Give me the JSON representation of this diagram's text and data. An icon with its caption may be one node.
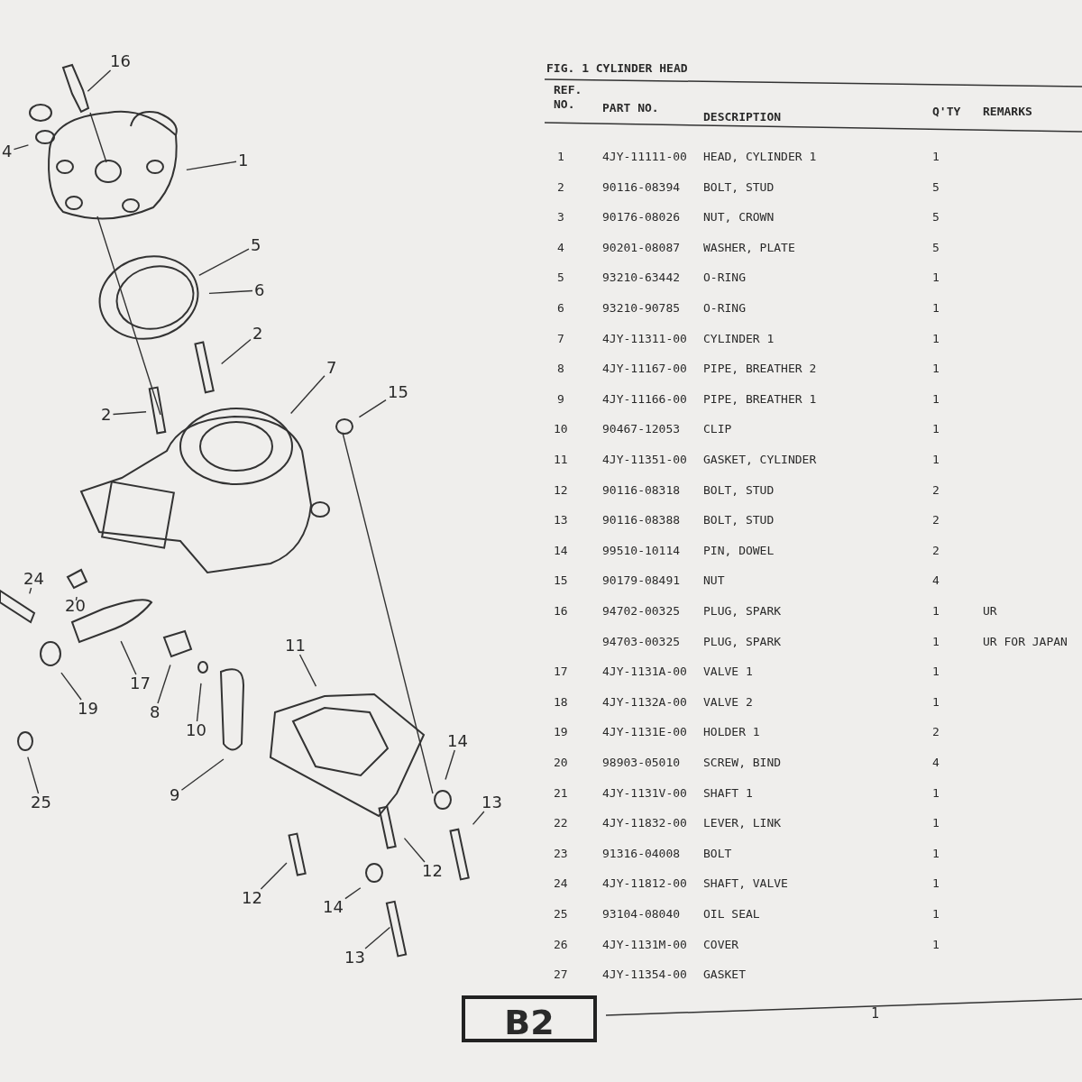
{
  "diagram": {
    "title": "FIG. 1 CYLINDER HEAD",
    "nodes": [
      {
        "text": [
          "16"
        ]
      },
      {
        "text": [
          "4"
        ]
      },
      {
        "text": [
          "1"
        ]
      },
      {
        "text": [
          "5"
        ]
      },
      {
        "text": [
          "6"
        ]
      },
      {
        "text": [
          "2"
        ]
      },
      {
        "text": [
          "7"
        ]
      },
      {
        "text": [
          "15"
        ]
      },
      {
        "text": [
          "2"
        ]
      },
      {
        "text": [
          "24"
        ]
      },
      {
        "text": [
          "20"
        ]
      },
      {
        "text": [
          "11"
        ]
      },
      {
        "text": [
          "17"
        ]
      },
      {
        "text": [
          "19"
        ]
      },
      {
        "text": [
          "8"
        ]
      },
      {
        "text": [
          "10"
        ]
      },
      {
        "text": [
          "14"
        ]
      },
      {
        "text": [
          "13"
        ]
      },
      {
        "text": [
          "9"
        ]
      },
      {
        "text": [
          "25"
        ]
      },
      {
        "text": [
          "12"
        ]
      },
      {
        "text": [
          "12"
        ]
      },
      {
        "text": [
          "14"
        ]
      },
      {
        "text": [
          "13"
        ]
      }
    ],
    "edges": [
      {
        "from": 0,
        "to": null,
        "arrow": "none"
      },
      {
        "from": 1,
        "to": null,
        "arrow": "none"
      },
      {
        "from": 2,
        "to": null,
        "arrow": "none"
      },
      {
        "from": 3,
        "to": null,
        "arrow": "none"
      },
      {
        "from": 4,
        "to": null,
        "arrow": "none"
      },
      {
        "from": 5,
        "to": null,
        "arrow": "none"
      },
      {
        "from": 6,
        "to": null,
        "arrow": "none"
      },
      {
        "from": 7,
        "to": null,
        "arrow": "none"
      },
      {
        "from": 8,
        "to": null,
        "arrow": "none"
      },
      {
        "from": 9,
        "to": null,
        "arrow": "none"
      },
      {
        "from": 10,
        "to": null,
        "arrow": "none"
      },
      {
        "from": 11,
        "to": null,
        "arrow": "none"
      },
      {
        "from": 12,
        "to": null,
        "arrow": "none"
      },
      {
        "from": 13,
        "to": null,
        "arrow": "none"
      },
      {
        "from": 14,
        "to": null,
        "arrow": "none"
      },
      {
        "from": 15,
        "to": null,
        "arrow": "none"
      },
      {
        "from": 16,
        "to": null,
        "arrow": "none"
      },
      {
        "from": 17,
        "to": null,
        "arrow": "none"
      },
      {
        "from": 18,
        "to": null,
        "arrow": "none"
      },
      {
        "from": 19,
        "to": null,
        "arrow": "none"
      },
      {
        "from": 20,
        "to": null,
        "arrow": "none"
      },
      {
        "from": 21,
        "to": null,
        "arrow": "none"
      },
      {
        "from": 22,
        "to": null,
        "arrow": "none"
      },
      {
        "from": 23,
        "to": null,
        "arrow": "none"
      }
    ],
    "labels": [
      "REF. NO.",
      "PART NO.",
      "DESCRIPTION",
      "Q'TY",
      "REMARKS",
      "1",
      "4JY-11111-00",
      "HEAD, CYLINDER 1",
      "1",
      "2",
      "90116-08394",
      "BOLT, STUD",
      "5",
      "3",
      "90176-08026",
      "NUT, CROWN",
      "5",
      "4",
      "90201-08087",
      "WASHER, PLATE",
      "5",
      "5",
      "93210-63442",
      "O-RING",
      "1",
      "6",
      "93210-90785",
      "O-RING",
      "1",
      "7",
      "4JY-11311-00",
      "CYLINDER 1",
      "1",
      "8",
      "4JY-11167-00",
      "PIPE, BREATHER 2",
      "1",
      "9",
      "4JY-11166-00",
      "PIPE, BREATHER 1",
      "1",
      "10",
      "90467-12053",
      "CLIP",
      "1",
      "11",
      "4JY-11351-00",
      "GASKET, CYLINDER",
      "1",
      "12",
      "90116-08318",
      "BOLT, STUD",
      "2",
      "13",
      "90116-08388",
      "BOLT, STUD",
      "2",
      "14",
      "99510-10114",
      "PIN, DOWEL",
      "2",
      "15",
      "90179-08491",
      "NUT",
      "4",
      "16",
      "94702-00325",
      "PLUG, SPARK",
      "1",
      "UR",
      "94703-00325",
      "PLUG, SPARK",
      "1",
      "UR FOR JAPAN",
      "17",
      "4JY-1131A-00",
      "VALVE 1",
      "1",
      "18",
      "4JY-1132A-00",
      "VALVE 2",
      "1",
      "19",
      "4JY-1131E-00",
      "HOLDER 1",
      "2",
      "20",
      "98903-05010",
      "SCREW, BIND",
      "4",
      "21",
      "4JY-1131V-00",
      "SHAFT 1",
      "1",
      "22",
      "4JY-11832-00",
      "LEVER, LINK",
      "1",
      "23",
      "91316-04008",
      "BOLT",
      "1",
      "24",
      "4JY-11812-00",
      "SHAFT, VALVE",
      "1",
      "25",
      "93104-08040",
      "OIL SEAL",
      "1",
      "26",
      "4JY-1131M-00",
      "COVER",
      "1",
      "27",
      "4JY-11354-00",
      "GASKET",
      "B2",
      "1"
    ]
  }
}
